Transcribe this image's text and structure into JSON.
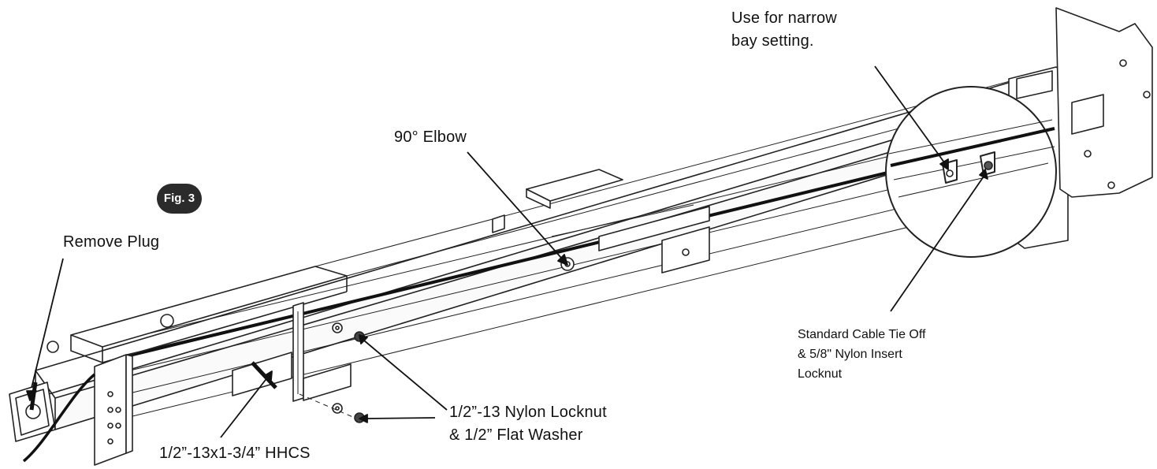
{
  "figure": {
    "badge": "Fig. 3"
  },
  "callouts": {
    "remove_plug": "Remove Plug",
    "elbow": "90° Elbow",
    "narrow_bay_line1": "Use for narrow",
    "narrow_bay_line2": "bay setting.",
    "cable_tie_line1": "Standard Cable Tie Off",
    "cable_tie_line2": "& 5/8\" Nylon Insert",
    "cable_tie_line3": "Locknut",
    "locknut_line1": "1/2”-13 Nylon Locknut",
    "locknut_line2": "& 1/2” Flat Washer",
    "hhcs": "1/2”-13x1-3/4” HHCS"
  }
}
